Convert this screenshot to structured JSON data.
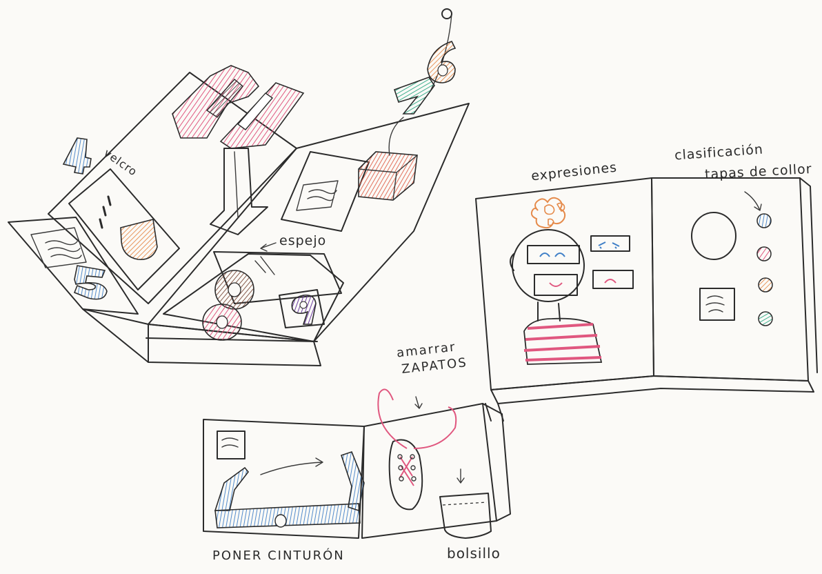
{
  "labels": {
    "velcro": "velcro",
    "espejo": "espejo",
    "expresiones": "expresiones",
    "clasificacion": "clasificación",
    "tapas_de_color": "tapas de collor",
    "amarrar_line1": "amarrar",
    "amarrar_line2": "zapatos",
    "poner_cinturon": "PONER CINTURÓN",
    "bolsillo": "bolsillo"
  },
  "digits": {
    "four": "4",
    "five": "5",
    "six": "6",
    "seven": "7",
    "eight": "8",
    "nine": "9",
    "ten": "10"
  },
  "colors": {
    "ink": "#2b2b2b",
    "pink": "#e0577f",
    "blue": "#3f7fc7",
    "orange": "#e58a4a",
    "teal": "#3fb08f",
    "purple": "#6a3aa0",
    "brown": "#7a4a3a"
  },
  "color_caps": [
    "blue",
    "pink",
    "orange",
    "green"
  ]
}
